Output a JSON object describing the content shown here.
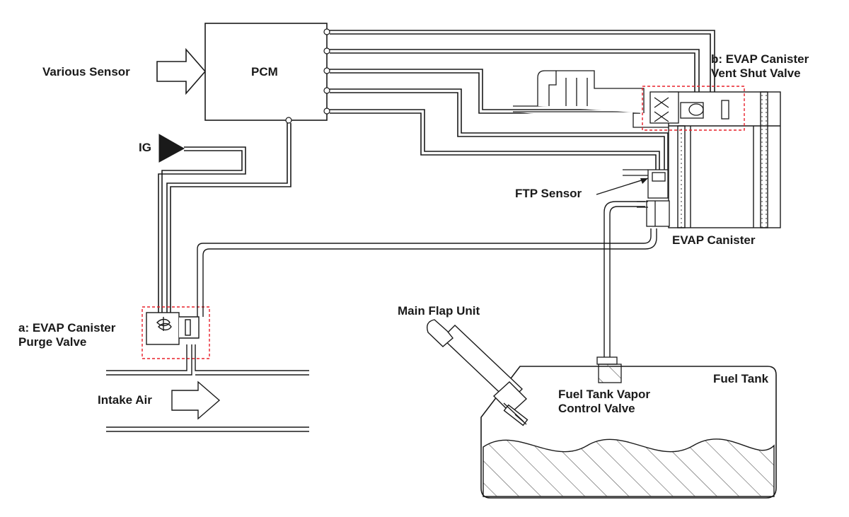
{
  "labels": {
    "various_sensor": "Various Sensor",
    "pcm": "PCM",
    "vent_valve_line1": "b: EVAP Canister",
    "vent_valve_line2": "Vent Shut Valve",
    "ig": "IG",
    "ftp_sensor": "FTP Sensor",
    "evap_canister": "EVAP Canister",
    "purge_valve_line1": "a: EVAP Canister",
    "purge_valve_line2": "Purge Valve",
    "main_flap_unit": "Main Flap Unit",
    "fuel_tank": "Fuel Tank",
    "vapor_valve_line1": "Fuel Tank Vapor",
    "vapor_valve_line2": "Control Valve",
    "intake_air": "Intake Air"
  },
  "colors": {
    "line": "#1a1a1a",
    "highlight_box": "#e8202a",
    "hatch": "#555555",
    "background": "#ffffff"
  }
}
